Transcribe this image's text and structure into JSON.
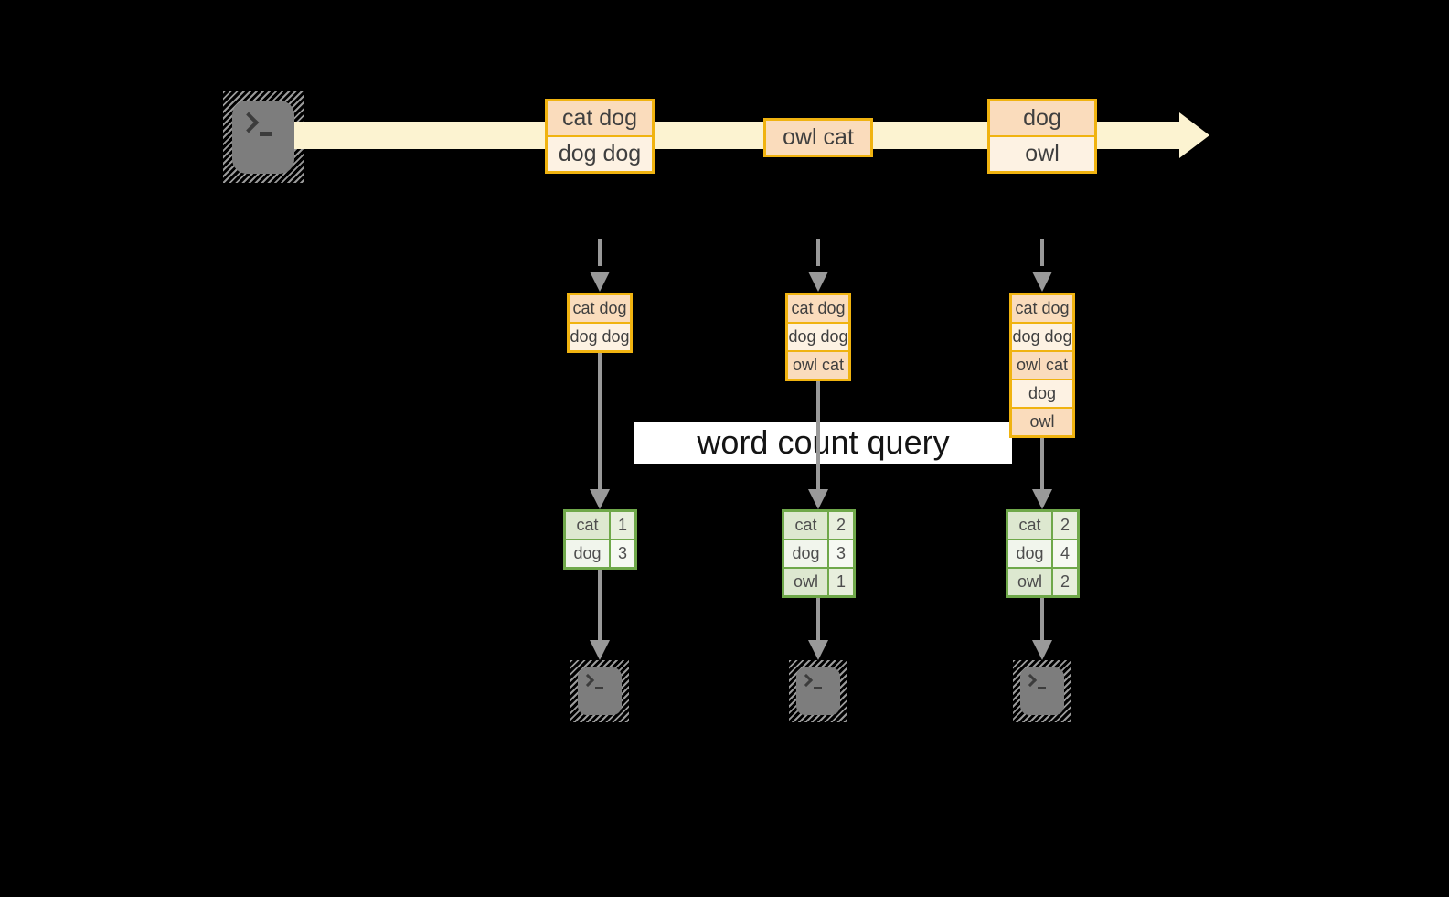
{
  "query_label": "word count query",
  "stream": {
    "events": [
      {
        "lines": [
          "cat dog",
          "dog dog"
        ]
      },
      {
        "lines": [
          "owl cat"
        ]
      },
      {
        "lines": [
          "dog",
          "owl"
        ]
      }
    ]
  },
  "columns": [
    {
      "buffer": [
        "cat dog",
        "dog dog"
      ],
      "counts": {
        "rows": [
          [
            "cat",
            "1"
          ],
          [
            "dog",
            "3"
          ]
        ]
      }
    },
    {
      "buffer": [
        "cat dog",
        "dog dog",
        "owl cat"
      ],
      "counts": {
        "rows": [
          [
            "cat",
            "2"
          ],
          [
            "dog",
            "3"
          ],
          [
            "owl",
            "1"
          ]
        ]
      }
    },
    {
      "buffer": [
        "cat dog",
        "dog dog",
        "owl cat",
        "dog",
        "owl"
      ],
      "counts": {
        "rows": [
          [
            "cat",
            "2"
          ],
          [
            "dog",
            "4"
          ],
          [
            "owl",
            "2"
          ]
        ]
      }
    }
  ],
  "icons": {
    "source": "terminal-prompt-icon",
    "consumer": "terminal-prompt-icon",
    "ingest_arrow": "down-arrow-icon",
    "stream_arrow": "right-arrow-icon"
  },
  "palette": {
    "background": "#000000",
    "stream_band": "#fcf3d1",
    "amber_border": "#f0b310",
    "event_cell_dark": "#fadcbc",
    "event_cell_light": "#fdf2e3",
    "green_border": "#6fa84a",
    "count_cell_dark": "#dde8d0",
    "count_cell_light": "#f1f5ec",
    "connector_gray": "#999999",
    "terminal_gray": "#7d7d7d",
    "query_label_bg": "#ffffff"
  }
}
